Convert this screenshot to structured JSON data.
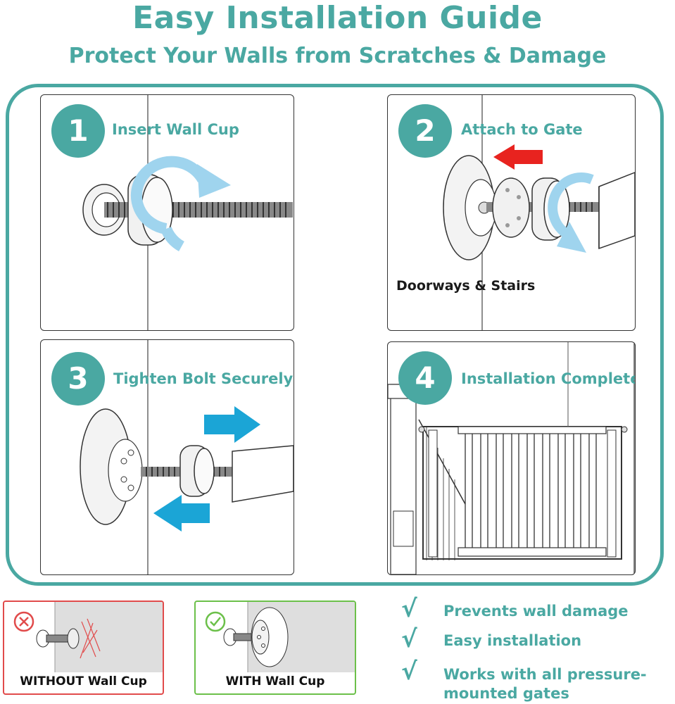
{
  "header": {
    "title": "Easy Installation Guide",
    "subtitle": "Protect Your Walls from Scratches & Damage"
  },
  "steps": [
    {
      "number": "1",
      "label": "Insert Wall Cup"
    },
    {
      "number": "2",
      "label": "Attach to Gate",
      "caption": "Doorways & Stairs"
    },
    {
      "number": "3",
      "label": "Tighten Bolt Securely"
    },
    {
      "number": "4",
      "label": "Installation Complete"
    }
  ],
  "comparison": {
    "without": {
      "label": "WITHOUT Wall Cup",
      "color": "#e14b4b",
      "icon": "x-circle-icon"
    },
    "with": {
      "label": "WITH Wall Cup",
      "color": "#6cc04a",
      "icon": "check-circle-icon"
    }
  },
  "benefits": {
    "check_glyph": "√",
    "items": [
      {
        "text": "Prevents wall damage"
      },
      {
        "text": "Easy installation"
      },
      {
        "text": "Works with all pressure-",
        "text2": "mounted gates"
      }
    ]
  },
  "colors": {
    "accent": "#4aa8a2",
    "arrow_blue": "#1ba5d6",
    "arrow_red": "#e8231f",
    "rotate_blue": "#9fd4ee"
  }
}
